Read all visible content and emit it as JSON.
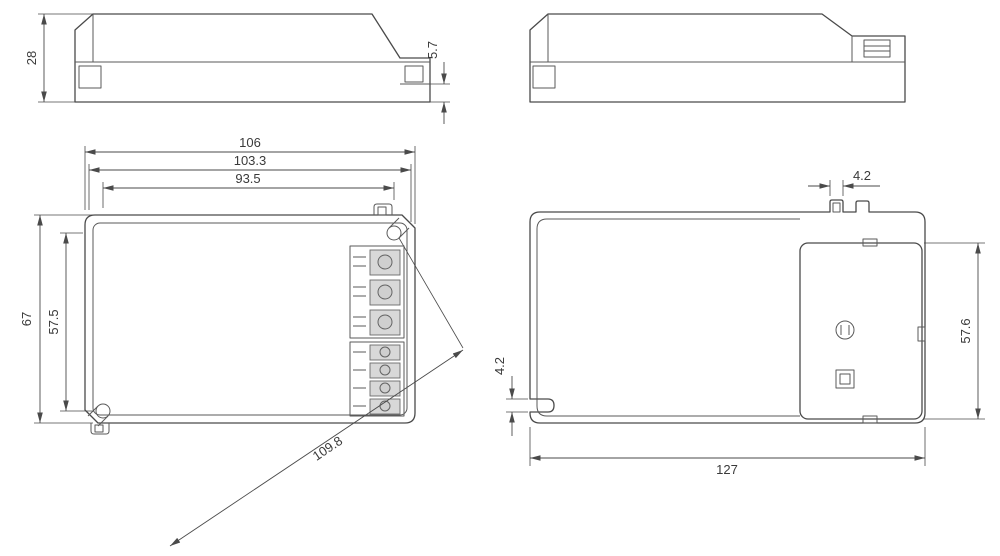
{
  "drawing": {
    "view_side": {
      "overall_height": "28",
      "lip_height": "5.7"
    },
    "view_top": {
      "width_outer": "106",
      "width_mid": "103.3",
      "width_slots": "93.5",
      "height_outer": "67",
      "height_slots": "57.5",
      "diagonal": "109.8"
    },
    "view_bottom": {
      "tab_width": "4.2",
      "slot_height": "4.2",
      "width": "127",
      "cover_height": "57.6"
    }
  },
  "colors": {
    "background": "#ffffff",
    "line": "#4a4a4a",
    "dim_text": "#3a3a3a",
    "terminal_fill": "#d8d8d8"
  }
}
